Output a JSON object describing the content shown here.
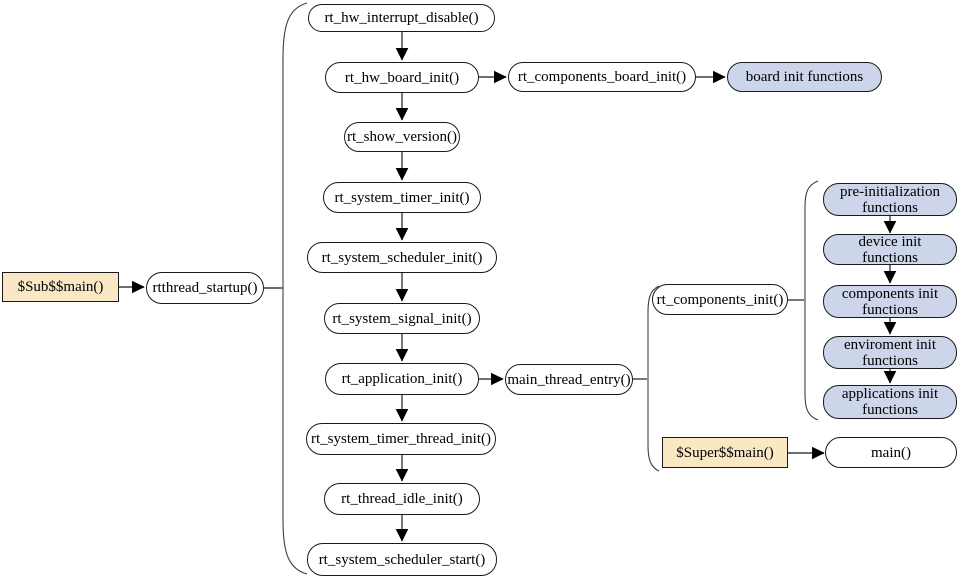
{
  "colors": {
    "node_fill": "#FFFFFF",
    "highlight_fill": "#FAE7C3",
    "stage_fill": "#CCD5EA",
    "border": "#1A1A1A",
    "edge": "#3F3F3F",
    "text": "#000000"
  },
  "nodes": {
    "sub_main": "$Sub$$main()",
    "rtthread_startup": "rtthread_startup()",
    "rt_hw_interrupt_disable": "rt_hw_interrupt_disable()",
    "rt_hw_board_init": "rt_hw_board_init()",
    "rt_components_board_init": "rt_components_board_init()",
    "board_init_functions": "board init functions",
    "rt_show_version": "rt_show_version()",
    "rt_system_timer_init": "rt_system_timer_init()",
    "rt_system_scheduler_init": "rt_system_scheduler_init()",
    "rt_system_signal_init": "rt_system_signal_init()",
    "rt_application_init": "rt_application_init()",
    "main_thread_entry": "main_thread_entry()",
    "rt_components_init": "rt_components_init()",
    "pre_initialization_functions": "pre-initialization functions",
    "device_init_functions": "device init functions",
    "components_init_functions": "components init functions",
    "enviroment_init_functions": "enviroment init functions",
    "applications_init_functions": "applications init functions",
    "rt_system_timer_thread_init": "rt_system_timer_thread_init()",
    "rt_thread_idle_init": "rt_thread_idle_init()",
    "rt_system_scheduler_start": "rt_system_scheduler_start()",
    "super_main": "$Super$$main()",
    "main": "main()"
  },
  "edges": [
    [
      "sub_main",
      "rtthread_startup"
    ],
    [
      "rt_hw_interrupt_disable",
      "rt_hw_board_init"
    ],
    [
      "rt_hw_board_init",
      "rt_components_board_init"
    ],
    [
      "rt_components_board_init",
      "board_init_functions"
    ],
    [
      "rt_hw_board_init",
      "rt_show_version"
    ],
    [
      "rt_show_version",
      "rt_system_timer_init"
    ],
    [
      "rt_system_timer_init",
      "rt_system_scheduler_init"
    ],
    [
      "rt_system_scheduler_init",
      "rt_system_signal_init"
    ],
    [
      "rt_system_signal_init",
      "rt_application_init"
    ],
    [
      "rt_application_init",
      "main_thread_entry"
    ],
    [
      "rt_application_init",
      "rt_system_timer_thread_init"
    ],
    [
      "rt_system_timer_thread_init",
      "rt_thread_idle_init"
    ],
    [
      "rt_thread_idle_init",
      "rt_system_scheduler_start"
    ],
    [
      "pre_initialization_functions",
      "device_init_functions"
    ],
    [
      "device_init_functions",
      "components_init_functions"
    ],
    [
      "components_init_functions",
      "enviroment_init_functions"
    ],
    [
      "enviroment_init_functions",
      "applications_init_functions"
    ],
    [
      "super_main",
      "main"
    ]
  ],
  "groups": {
    "rtthread_startup_expands": [
      "rt_hw_interrupt_disable",
      "rt_hw_board_init",
      "rt_show_version",
      "rt_system_timer_init",
      "rt_system_scheduler_init",
      "rt_system_signal_init",
      "rt_application_init",
      "rt_system_timer_thread_init",
      "rt_thread_idle_init",
      "rt_system_scheduler_start"
    ],
    "main_thread_entry_expands": [
      "rt_components_init",
      "super_main"
    ],
    "rt_components_init_expands": [
      "pre_initialization_functions",
      "device_init_functions",
      "components_init_functions",
      "enviroment_init_functions",
      "applications_init_functions"
    ]
  }
}
